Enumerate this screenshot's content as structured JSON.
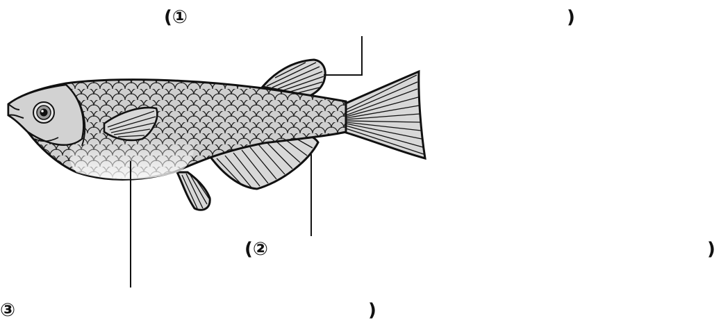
{
  "labels": {
    "label1": {
      "open": "(①",
      "close": ")"
    },
    "label2": {
      "open": "(②",
      "close": ")"
    },
    "label3": {
      "open": "③",
      "close": ")"
    }
  }
}
